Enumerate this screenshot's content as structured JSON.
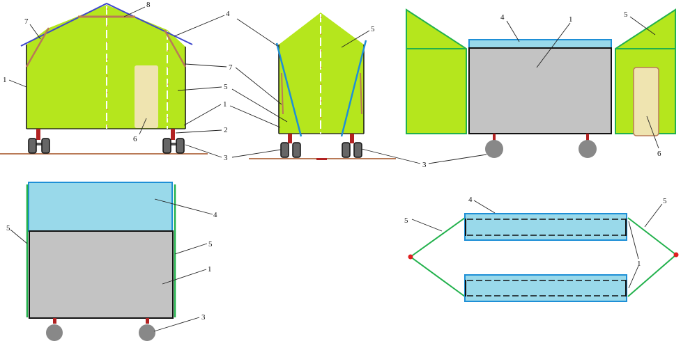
{
  "labels": {
    "frame": "1",
    "strut": "2",
    "wheel": "3",
    "panel": "4",
    "awning": "5",
    "door": "6",
    "brace": "7",
    "ridge": "8"
  },
  "colors": {
    "awning_fill": "#b5e61d",
    "awning_edge": "#22b14c",
    "frame_fill": "#c3c3c3",
    "panel_fill": "#99d9ea",
    "panel_edge": "#1e8fd6",
    "door_fill": "#efe4b0",
    "wheel_fill": "#888888",
    "strut": "#b22222",
    "brace": "#b97a57",
    "roof_line": "#3f48cc",
    "ground": "#b97a57",
    "hinge_dot": "#e02020"
  }
}
